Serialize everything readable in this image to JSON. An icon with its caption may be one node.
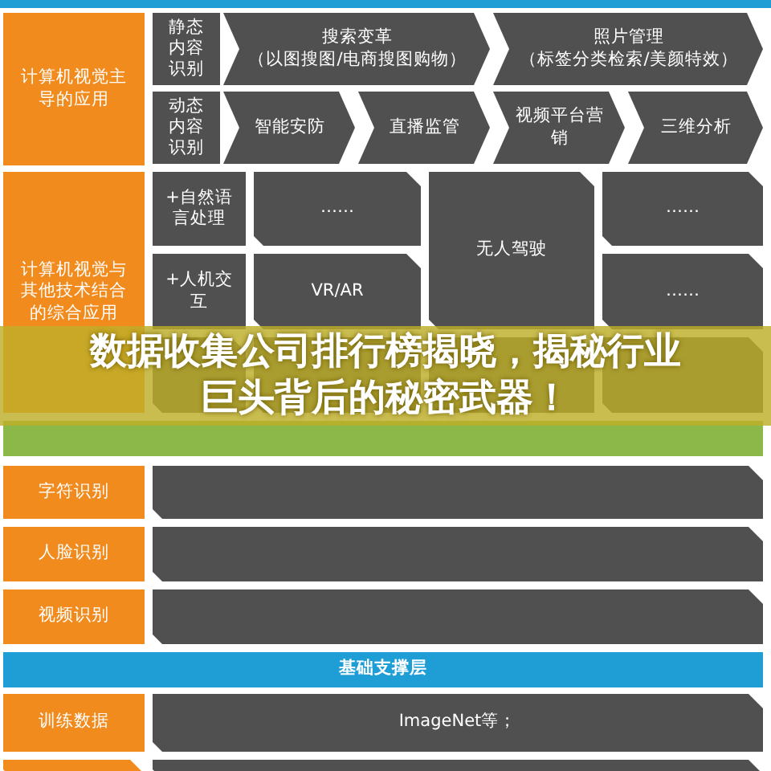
{
  "diagram": {
    "title": "数据收集公司排行榜揭晓，揭秘行业巨头背后的秘密武器！",
    "nodes": [
      {
        "text": [
          "计算机视觉主导的应用"
        ]
      },
      {
        "text": [
          "静态内容识别"
        ]
      },
      {
        "text": [
          "搜索变革",
          "（以图搜图/电商搜图购物）"
        ]
      },
      {
        "text": [
          "照片管理",
          "（标签分类检索/美颜特效）"
        ]
      },
      {
        "text": [
          "动态内容识别"
        ]
      },
      {
        "text": [
          "智能安防"
        ]
      },
      {
        "text": [
          "直播监管"
        ]
      },
      {
        "text": [
          "视频平台营销"
        ]
      },
      {
        "text": [
          "三维分析"
        ]
      },
      {
        "text": [
          "计算机视觉与其他技术结合的综合应用"
        ]
      },
      {
        "text": [
          "+自然语言处理"
        ]
      },
      {
        "text": [
          "……"
        ]
      },
      {
        "text": [
          "无人驾驶"
        ]
      },
      {
        "text": [
          "……"
        ]
      },
      {
        "text": [
          "+人机交互"
        ]
      },
      {
        "text": [
          "VR/AR"
        ]
      },
      {
        "text": [
          "……"
        ]
      },
      {
        "text": [],
        "shape": "box"
      },
      {
        "text": [],
        "shape": "box"
      },
      {
        "text": [],
        "shape": "box"
      },
      {
        "text": [],
        "shape": "box"
      },
      {
        "text": [],
        "shape": "bar"
      },
      {
        "text": [
          "字符识别"
        ]
      },
      {
        "text": [],
        "shape": "box"
      },
      {
        "text": [
          "人脸识别"
        ]
      },
      {
        "text": [],
        "shape": "box"
      },
      {
        "text": [
          "视频识别"
        ]
      },
      {
        "text": [],
        "shape": "box"
      },
      {
        "text": [
          "基础支撑层"
        ]
      },
      {
        "text": [
          "训练数据"
        ]
      },
      {
        "text": [
          "ImageNet等；"
        ]
      },
      {
        "text": [],
        "shape": "box"
      },
      {
        "text": [],
        "shape": "box"
      }
    ],
    "edges": []
  }
}
